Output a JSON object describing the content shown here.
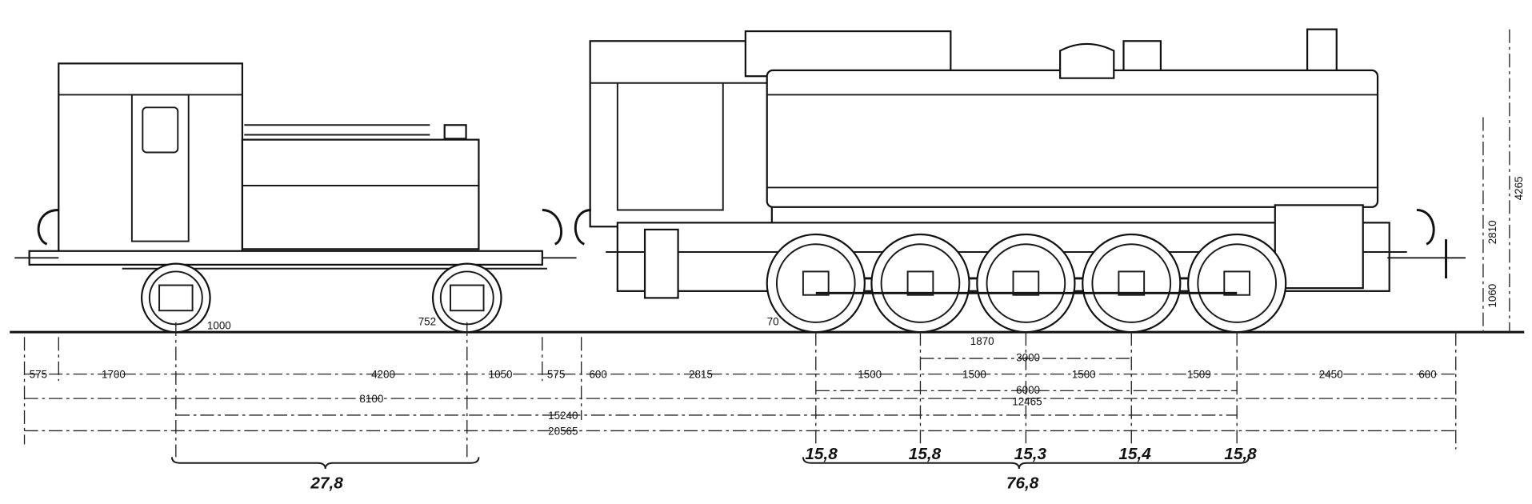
{
  "drawing": {
    "rows": {
      "segments": [
        "575",
        "1700",
        "4200",
        "1050",
        "575",
        "600",
        "2815",
        "1500",
        "1500",
        "1500",
        "1509",
        "2450",
        "600"
      ],
      "tender_total": "8100",
      "wheelbase_total": "15240",
      "overall_length": "20565",
      "coupled_span": "3000",
      "coupled_wheelbase": "6000",
      "loco_length": "12465"
    },
    "heights": {
      "overall": "4265",
      "boiler_axis": "2810",
      "buffer": "1060"
    },
    "annotations": {
      "tender_wheel": "1000",
      "tender_radius": "752",
      "loco_radius": "70",
      "driver_wheel": "1870"
    },
    "axle_loads": {
      "tender_total": "27,8",
      "loco_axles": [
        "15,8",
        "15,8",
        "15,3",
        "15,4",
        "15,8"
      ],
      "loco_total": "76,8"
    }
  }
}
